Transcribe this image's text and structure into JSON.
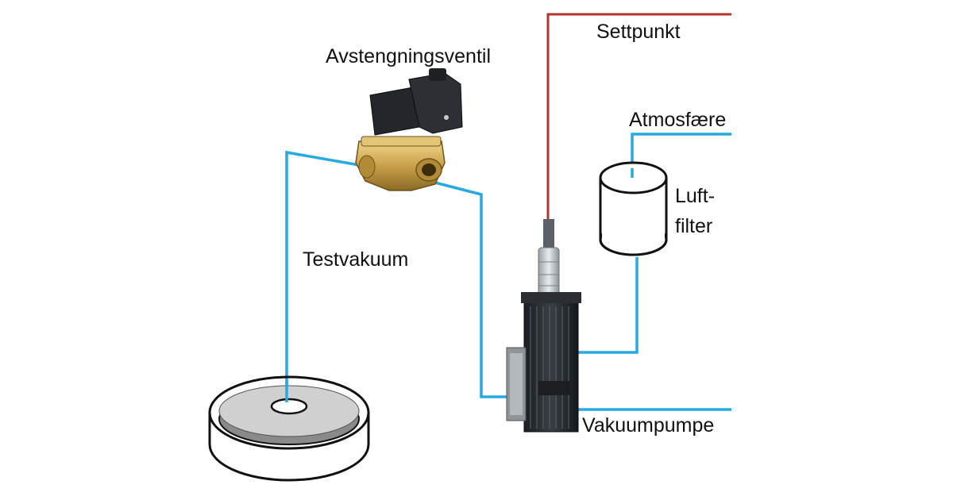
{
  "labels": {
    "valve": "Avstengningsventil",
    "setpoint": "Settpunkt",
    "atmosphere": "Atmosfære",
    "filter_line1": "Luft-",
    "filter_line2": "filter",
    "test_vacuum": "Testvakuum",
    "pump": "Vakuumpumpe"
  },
  "colors": {
    "vacuum_line": "#27a9e1",
    "setpoint_line": "#b3332e",
    "outline": "#111111",
    "brass": "#c9a04a",
    "pump_body": "#2a2e33"
  }
}
